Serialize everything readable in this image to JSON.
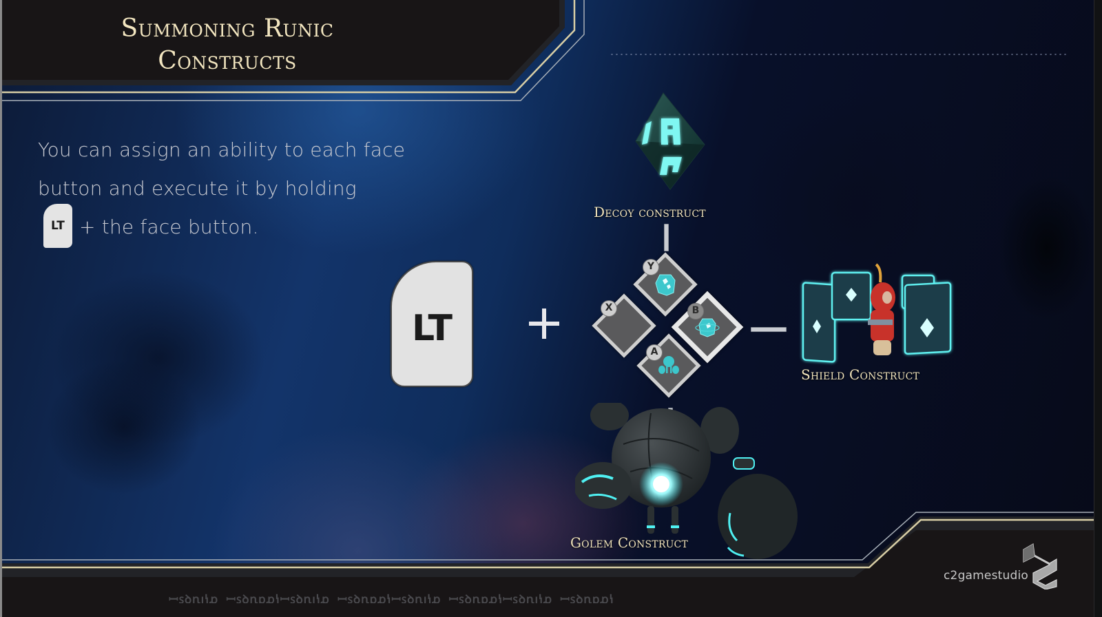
{
  "slide": {
    "title_line1": "Summoning Runic",
    "title_line2": "Constructs",
    "description": {
      "line1": "You can assign an ability to each face",
      "line2": "button and execute it by holding",
      "inline_button": "LT",
      "line3_suffix": "+ the face button."
    }
  },
  "diagram": {
    "trigger_button": "LT",
    "plus_symbol": "+",
    "face_buttons": [
      {
        "key": "Y",
        "ability": "Decoy construct",
        "icon": "decoy-crystal-icon"
      },
      {
        "key": "X",
        "ability": "",
        "icon": "empty-slot"
      },
      {
        "key": "B",
        "ability": "Shield Construct",
        "icon": "shield-orbit-icon",
        "selected": true
      },
      {
        "key": "A",
        "ability": "Golem Construct",
        "icon": "golem-icon"
      }
    ],
    "constructs": {
      "decoy": "Decoy construct",
      "shield": "Shield Construct",
      "golem": "Golem Construct"
    }
  },
  "footer": {
    "brand": "c2gamestudio",
    "rune_text": "ꟷꜱꝺꞃꞁꝇꝓ ꟷꜱꝺꞃꝑꝓꝇꟷꜱꝺꞃꞁꝇꝓ ꟷꜱꝺꞃꝑꝓꝇꟷꜱꝺꞃꞁꝇꝓ ꟷꜱꝺꞃꝑꝓꝇꟷꜱꝺꞃꞁꝇꝓ ꟷꜱꝺꞃꝑꝓꝇ"
  },
  "colors": {
    "title_cream": "#f3e6c0",
    "panel_dark": "#181516",
    "gold_line": "#d9cfa6",
    "glow_teal": "#3fe3e6",
    "bg_blue": "#13346a"
  }
}
